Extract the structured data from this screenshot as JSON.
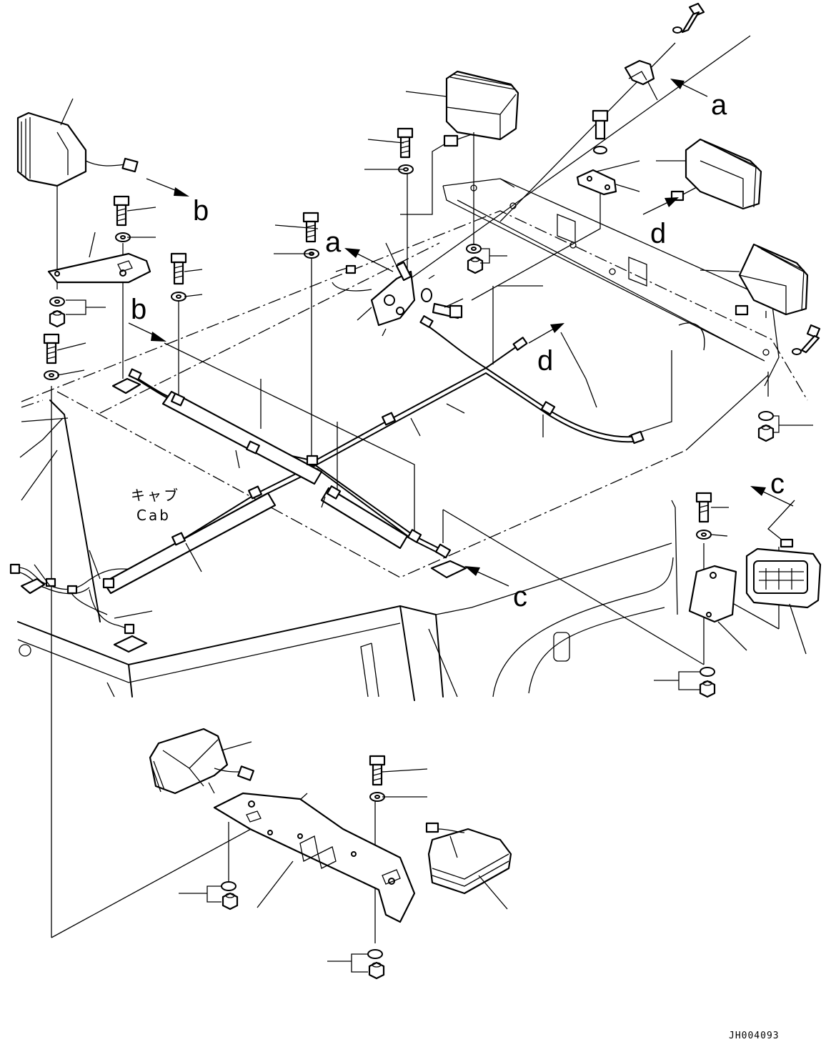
{
  "labels": {
    "a": "a",
    "b": "b",
    "c": "c",
    "d": "d",
    "cab_jp": "キャブ",
    "cab_en": "Cab"
  },
  "drawing_code": "JH004093"
}
